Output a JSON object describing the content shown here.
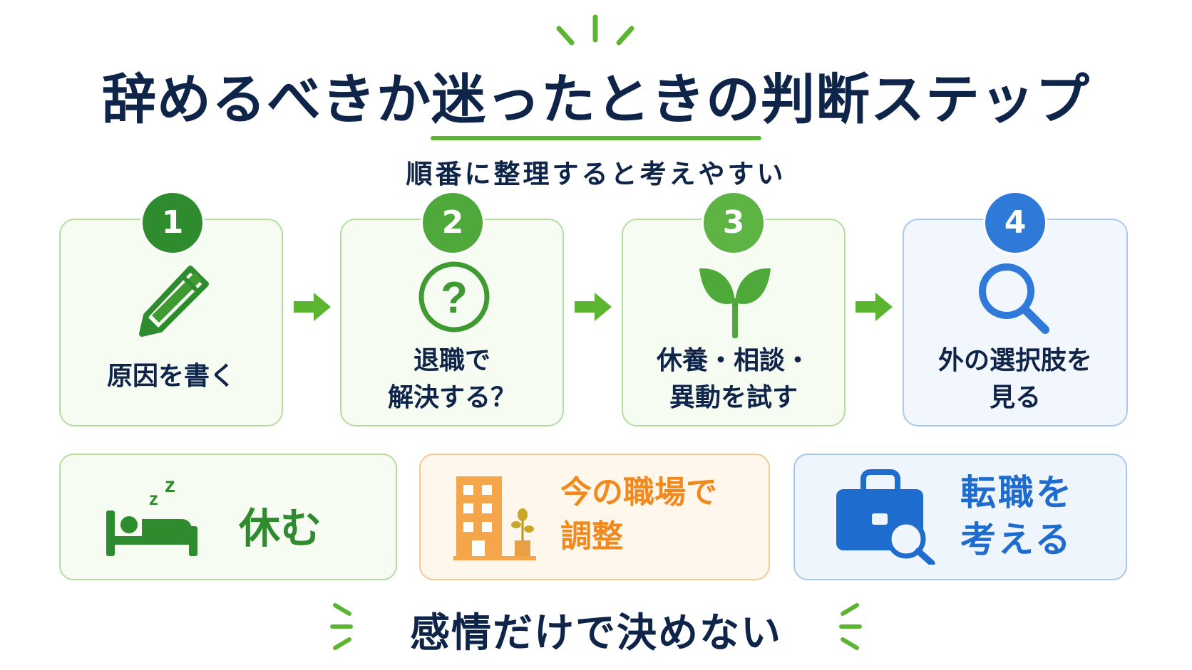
{
  "title": "辞めるべきか迷ったときの判断ステップ",
  "subtitle": "順番に整理すると考えやすい",
  "steps": [
    {
      "number": "1",
      "line1": "原因を書く",
      "line2": ""
    },
    {
      "number": "2",
      "line1": "退職で",
      "line2": "解決する？"
    },
    {
      "number": "3",
      "line1": "休養・相談・",
      "line2": "異動を試す"
    },
    {
      "number": "4",
      "line1": "外の選択肢を",
      "line2": "見る"
    }
  ],
  "icons": {
    "step1": "pencil-icon",
    "step2": "question-icon",
    "step3": "sprout-icon",
    "step4": "magnifier-icon",
    "rest": "bed-sleep-icon",
    "adjust": "office-building-icon",
    "change": "briefcase-search-icon"
  },
  "options": [
    {
      "line1": "休む",
      "line2": ""
    },
    {
      "line1": "今の職場で",
      "line2": "調整"
    },
    {
      "line1": "転職を",
      "line2": "考える"
    }
  ],
  "footer": "感情だけで決めない",
  "colors": {
    "navy": "#0f2449",
    "green": "#5cb531",
    "dark_green": "#2e8b2e",
    "blue": "#2f7ad8",
    "orange": "#f08a1e"
  }
}
